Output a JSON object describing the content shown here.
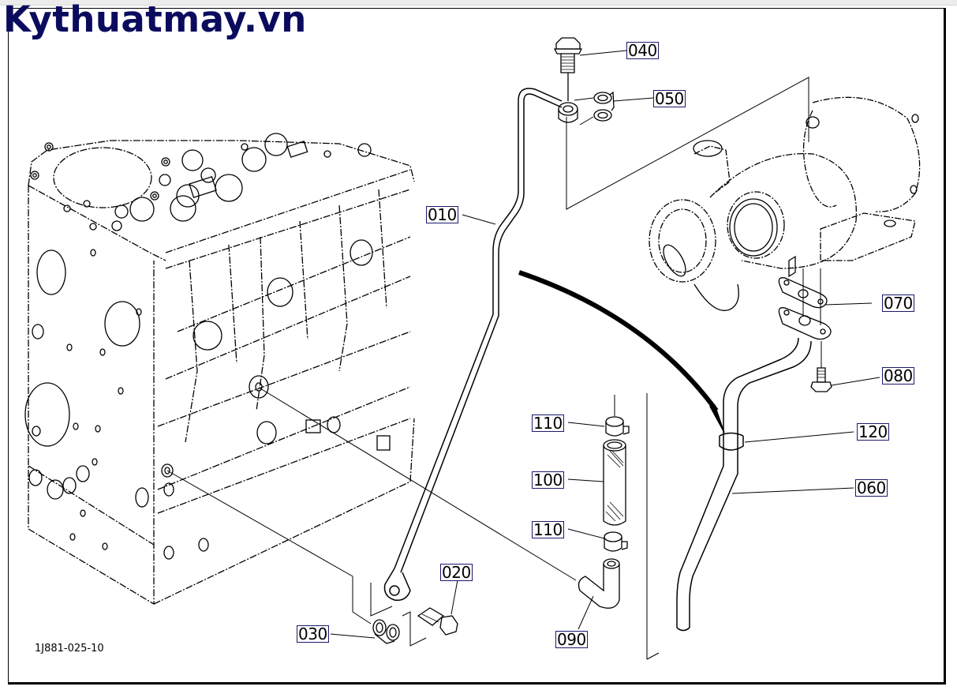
{
  "watermark": "Kythuatmay.vn",
  "drawing_code": "1J881-025-10",
  "colors": {
    "watermark": "#0b0b5e",
    "callout_border": "#1a1a6e",
    "line": "#000000"
  },
  "callouts": [
    {
      "id": "010",
      "part": "oil pipe"
    },
    {
      "id": "020",
      "part": "eye bolt"
    },
    {
      "id": "030",
      "part": "gasket"
    },
    {
      "id": "040",
      "part": "eye bolt"
    },
    {
      "id": "050",
      "part": "gasket"
    },
    {
      "id": "060",
      "part": "oil return pipe"
    },
    {
      "id": "070",
      "part": "gasket"
    },
    {
      "id": "080",
      "part": "flange bolt"
    },
    {
      "id": "090",
      "part": "elbow hose"
    },
    {
      "id": "100",
      "part": "hose"
    },
    {
      "id": "110a",
      "label": "110",
      "part": "hose clamp"
    },
    {
      "id": "110b",
      "label": "110",
      "part": "hose clamp"
    },
    {
      "id": "120",
      "part": "clamp"
    }
  ],
  "labels": {
    "c010": "010",
    "c020": "020",
    "c030": "030",
    "c040": "040",
    "c050": "050",
    "c060": "060",
    "c070": "070",
    "c080": "080",
    "c090": "090",
    "c100": "100",
    "c110a": "110",
    "c110b": "110",
    "c120": "120"
  }
}
